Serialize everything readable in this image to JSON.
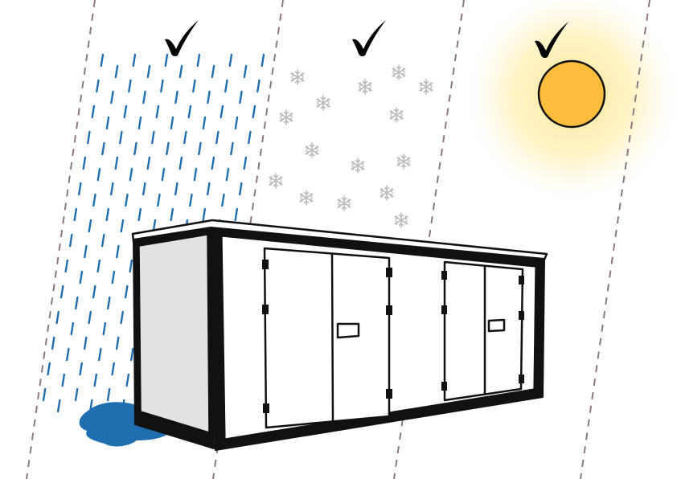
{
  "colors": {
    "background": "#ffffff",
    "divider": "#8a7a80",
    "rain": "#1f6fb0",
    "puddle": "#1f6fb0",
    "snow": "#bdbdbd",
    "sun_core": "#fdbd3c",
    "sun_glow": "#fde79a",
    "outline": "#111111",
    "side_panel": "#e2e2e2",
    "check": "#000000"
  },
  "panels": [
    {
      "condition": "rain",
      "check_icon": "check-icon"
    },
    {
      "condition": "snow",
      "check_icon": "check-icon"
    },
    {
      "condition": "sun",
      "check_icon": "check-icon"
    }
  ],
  "icons": {
    "check": "check-icon",
    "snowflake": "snowflake-icon",
    "sun": "sun-icon",
    "raindrop": "raindrop-icon"
  }
}
